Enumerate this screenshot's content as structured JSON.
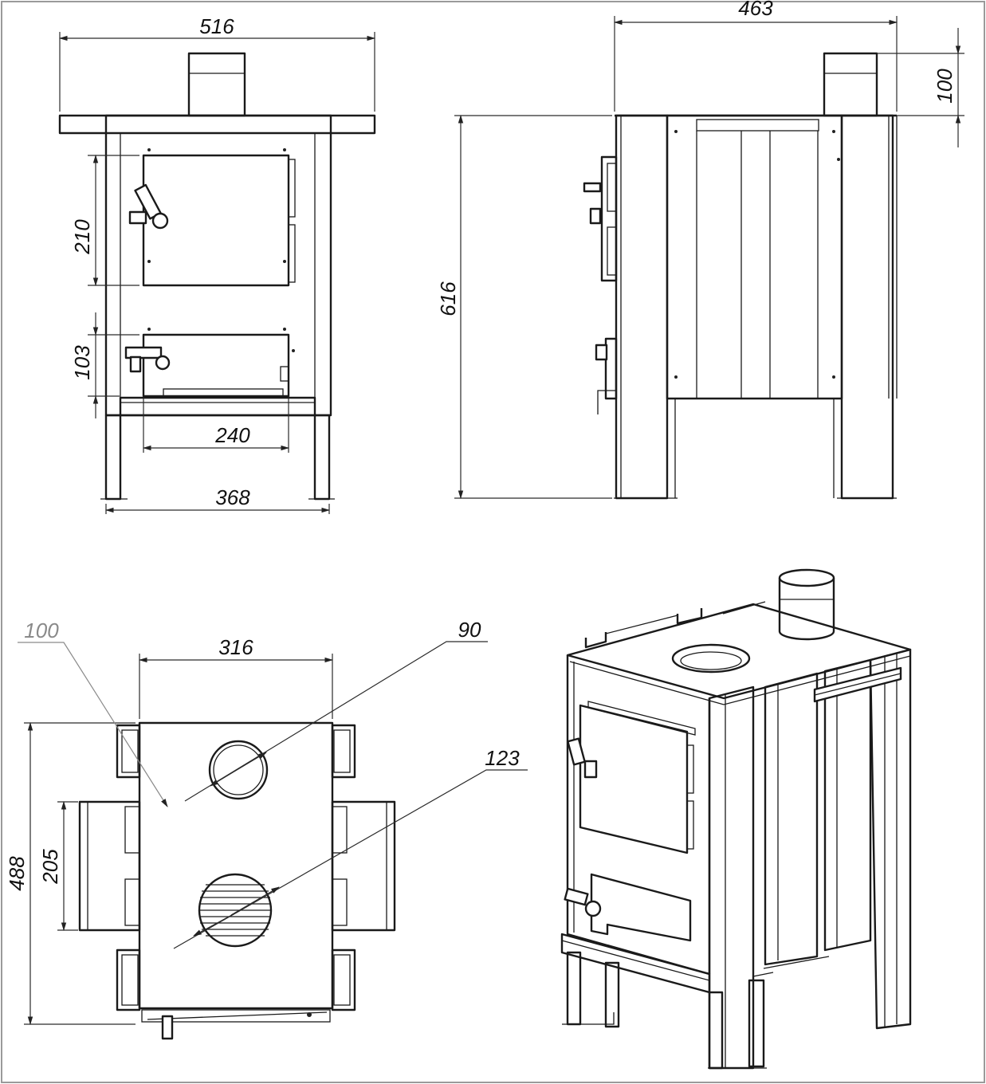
{
  "dimensions": {
    "front_width": "516",
    "leg_span": "368",
    "firebox_door_height": "210",
    "ash_door_height": "103",
    "ash_door_width": "240",
    "side_depth": "463",
    "flue_height": "100",
    "total_height": "616",
    "top_width": "316",
    "top_depth": "488",
    "handle_span": "205",
    "flue_callout": "100",
    "flue_diameter": "90",
    "hotplate_diameter": "123"
  }
}
